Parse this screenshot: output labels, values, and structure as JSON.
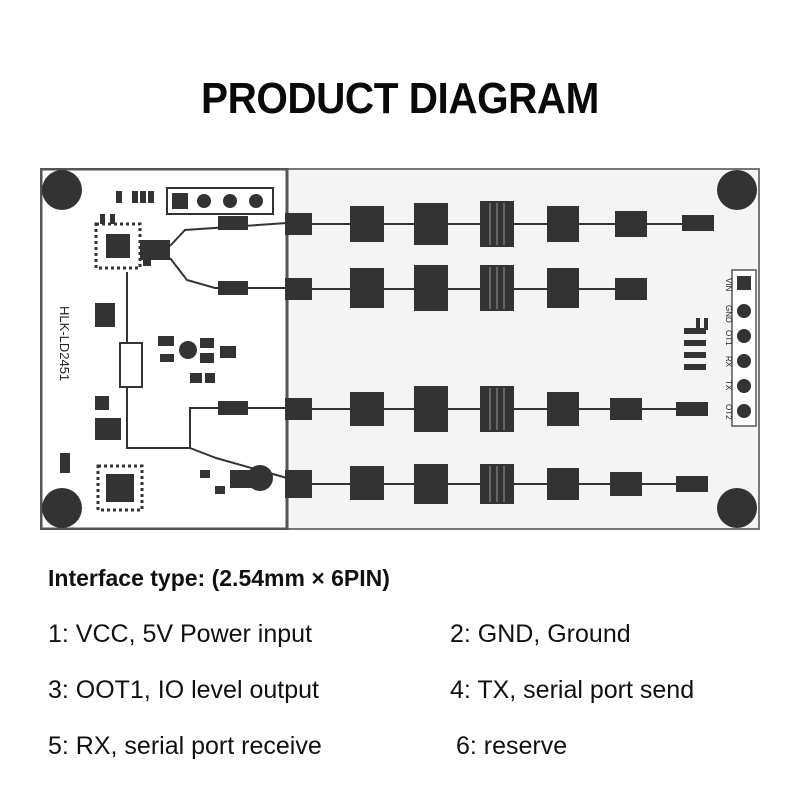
{
  "title": "PRODUCT DIAGRAM",
  "board": {
    "model_label": "HLK-LD2451",
    "pin_labels": [
      "VIN",
      "GND",
      "OT1",
      "RX",
      "TX",
      "OT2"
    ]
  },
  "interface": {
    "heading": "Interface type: (2.54mm × 6PIN)",
    "pins": [
      "1: VCC, 5V Power input",
      "2: GND,  Ground",
      "3: OOT1, IO  level output",
      "4: TX, serial port send",
      "5: RX, serial port receive",
      "6: reserve"
    ]
  }
}
